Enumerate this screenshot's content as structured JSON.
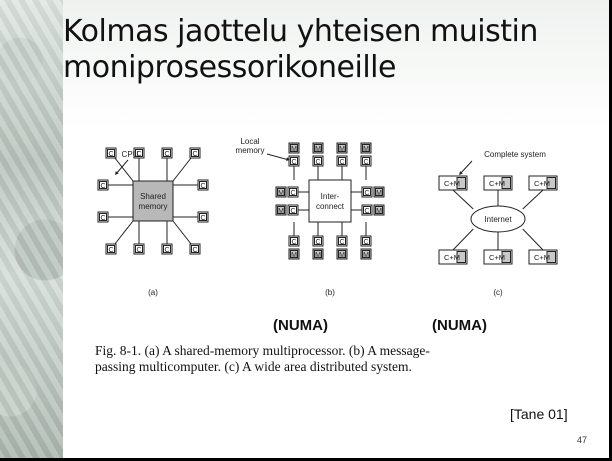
{
  "slide": {
    "title_lines": [
      "Kolmas jaottelu yhteisen muistin",
      "moniprosessorikoneille"
    ],
    "figure": {
      "a": {
        "callout": "CPU",
        "cpu_label": "C",
        "center_lines": [
          "Shared",
          "memory"
        ],
        "sublabel": "(a)"
      },
      "b": {
        "callout_lines": [
          "Local",
          "memory"
        ],
        "cpu_label": "C",
        "mem_label": "M",
        "center_lines": [
          "Inter-",
          "connect"
        ],
        "sublabel": "(b)"
      },
      "c": {
        "callout": "Complete system",
        "node_label": "C+M",
        "center": "Internet",
        "sublabel": "(c)"
      }
    },
    "numa_labels": [
      "(NUMA)",
      "(NUMA)"
    ],
    "caption_lines": [
      "Fig. 8-1. (a) A shared-memory multiprocessor.  (b) A message-",
      "passing multicomputer.  (c) A wide area distributed system."
    ],
    "citation": "[Tane 01]",
    "page_number": "47"
  }
}
